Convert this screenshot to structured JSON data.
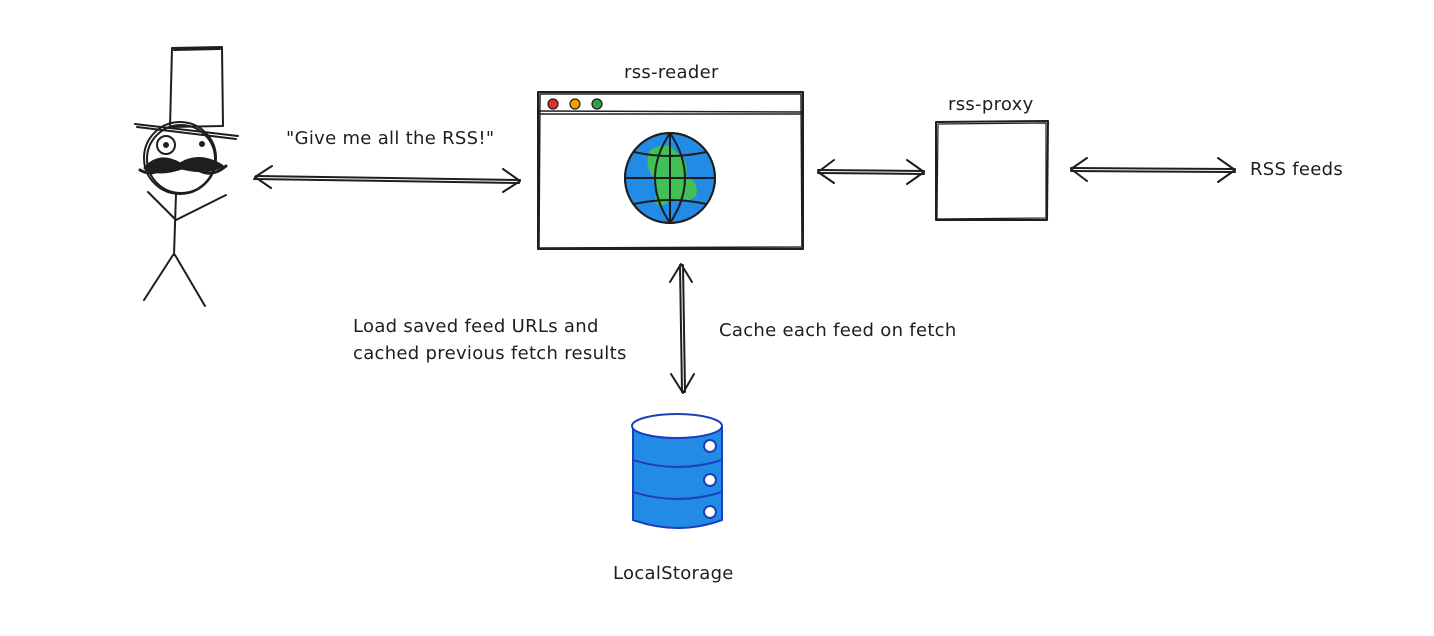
{
  "nodes": {
    "reader": {
      "label": "rss-reader"
    },
    "proxy": {
      "label": "rss-proxy"
    },
    "feeds": {
      "label": "RSS feeds"
    },
    "storage": {
      "label": "LocalStorage"
    },
    "user": {
      "speech": "\"Give me all the RSS!\""
    }
  },
  "edges": {
    "load_label_line1": "Load saved feed URLs and",
    "load_label_line2": "cached previous fetch results",
    "cache_label": "Cache each feed on fetch"
  },
  "colors": {
    "ink": "#1e1e1e",
    "traffic_red": "#e03131",
    "traffic_yellow": "#f59f00",
    "traffic_green": "#2f9e44",
    "globe_ocean": "#228be6",
    "globe_land": "#40c057",
    "db_fill": "#228be6",
    "db_stroke": "#1c3fbf"
  }
}
